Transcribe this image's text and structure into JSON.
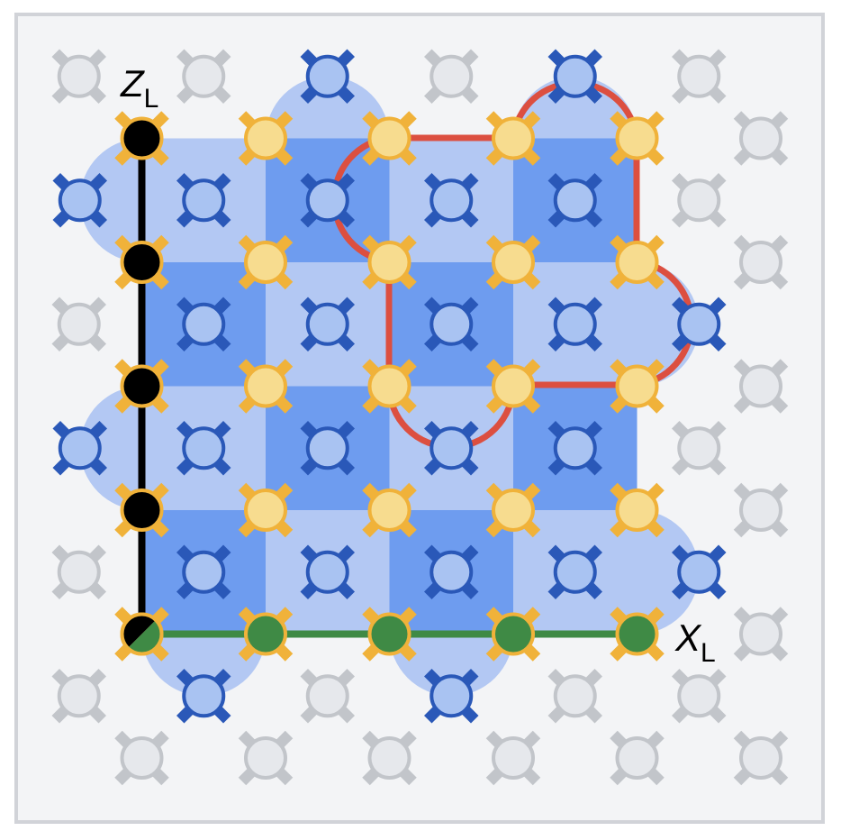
{
  "labels": {
    "z_main": "Z",
    "z_sub": "L",
    "x_main": "X",
    "x_sub": "L"
  },
  "colors": {
    "background": "#f3f4f6",
    "border": "#d1d3d8",
    "plaquette_light": "#b3c8f3",
    "plaquette_dark": "#6e9cef",
    "data_qubit_fill": "#f7dc8f",
    "data_qubit_ring": "#f0b23a",
    "measure_qubit_fill": "#a9c3f2",
    "measure_qubit_cross": "#2a58b8",
    "inactive_fill": "#e6e8ec",
    "inactive_cross": "#c2c5ca",
    "logical_z": "#000000",
    "logical_x": "#3f8a45",
    "stabilizer_outline": "#dc4f40"
  },
  "icons": {
    "data_qubit": "qubit-data-icon",
    "measure_qubit": "qubit-measure-icon",
    "inactive_qubit": "qubit-inactive-icon"
  }
}
